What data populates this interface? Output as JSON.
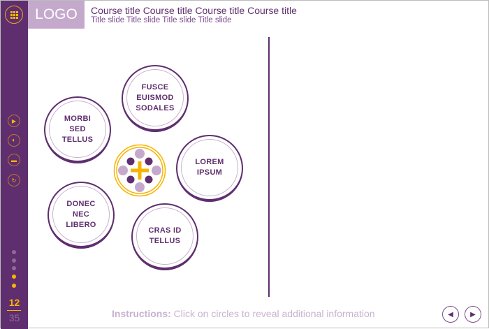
{
  "header": {
    "logo": "LOGO",
    "course_title": "Course title Course title Course title Course title",
    "slide_title": "Title slide Title slide Title slide Title slide"
  },
  "sidebar": {
    "buttons": [
      "menu",
      "play",
      "audio",
      "captions",
      "replay"
    ],
    "page_current": "12",
    "page_total": "35",
    "progress_dots": 5,
    "progress_active": 2
  },
  "circles": [
    {
      "label": "FUSCE\nEUISMOD\nSODALES"
    },
    {
      "label": "MORBI\nSED\nTELLUS"
    },
    {
      "label": "LOREM\nIPSUM"
    },
    {
      "label": "DONEC\nNEC\nLIBERO"
    },
    {
      "label": "CRAS ID\nTELLUS"
    }
  ],
  "footer": {
    "instructions_label": "Instructions:",
    "instructions_text": " Click on circles to reveal additional information"
  },
  "colors": {
    "primary": "#5f2e6f",
    "accent": "#f7b500",
    "light": "#c5a9cc"
  }
}
